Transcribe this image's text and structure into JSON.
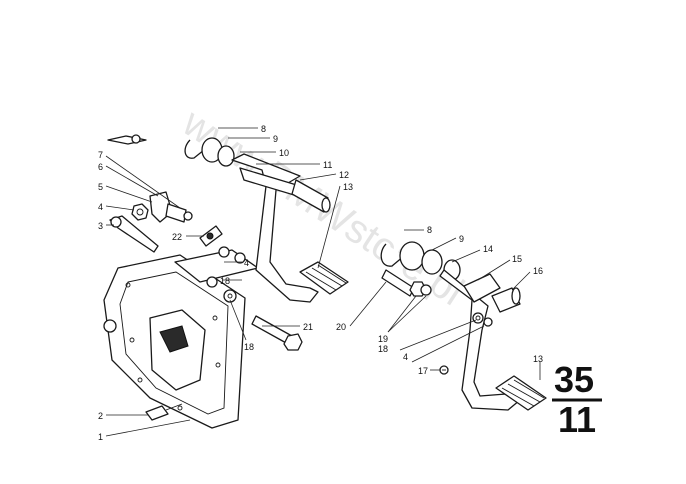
{
  "watermark": "www.BMWstore.pl",
  "section": {
    "group": "35",
    "number": "11"
  },
  "callouts": [
    {
      "id": "c1",
      "text": "1"
    },
    {
      "id": "c2",
      "text": "2"
    },
    {
      "id": "c3",
      "text": "3"
    },
    {
      "id": "c4a",
      "text": "4"
    },
    {
      "id": "c4b",
      "text": "4"
    },
    {
      "id": "c4c",
      "text": "4"
    },
    {
      "id": "c5",
      "text": "5"
    },
    {
      "id": "c6",
      "text": "6"
    },
    {
      "id": "c7",
      "text": "7"
    },
    {
      "id": "c8a",
      "text": "8"
    },
    {
      "id": "c8b",
      "text": "8"
    },
    {
      "id": "c9a",
      "text": "9"
    },
    {
      "id": "c9b",
      "text": "9"
    },
    {
      "id": "c10",
      "text": "10"
    },
    {
      "id": "c11",
      "text": "11"
    },
    {
      "id": "c12",
      "text": "12"
    },
    {
      "id": "c13a",
      "text": "13"
    },
    {
      "id": "c13b",
      "text": "13"
    },
    {
      "id": "c14",
      "text": "14"
    },
    {
      "id": "c15",
      "text": "15"
    },
    {
      "id": "c16",
      "text": "16"
    },
    {
      "id": "c17",
      "text": "17"
    },
    {
      "id": "c18a",
      "text": "18"
    },
    {
      "id": "c18b",
      "text": "18"
    },
    {
      "id": "c18c",
      "text": "18"
    },
    {
      "id": "c19",
      "text": "19"
    },
    {
      "id": "c20",
      "text": "20"
    },
    {
      "id": "c21",
      "text": "21"
    },
    {
      "id": "c22",
      "text": "22"
    }
  ]
}
